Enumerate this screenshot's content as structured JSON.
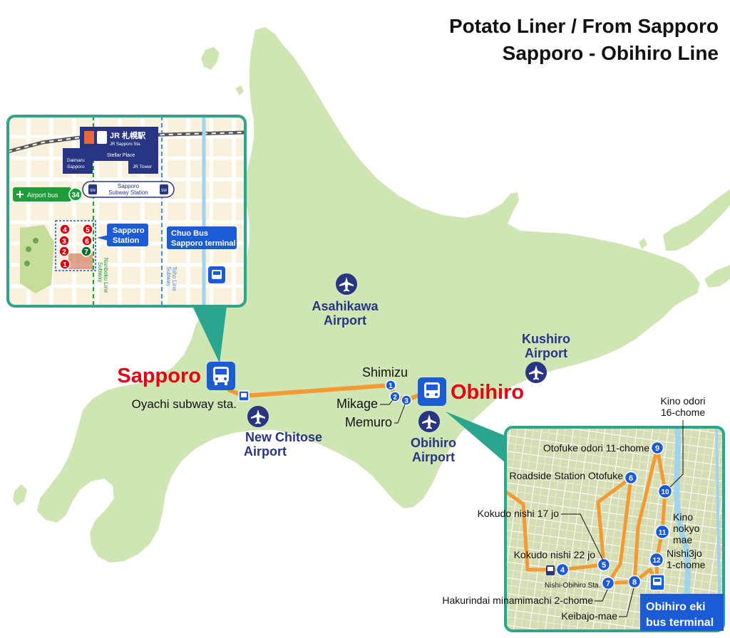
{
  "title": {
    "line1": "Potato Liner / From Sapporo",
    "line2": "Sapporo - Obihiro Line"
  },
  "colors": {
    "land": "#cfe6b4",
    "sea": "#ffffff",
    "route": "#f39a33",
    "stop_blue": "#1b5bd6",
    "navy_text": "#283583",
    "red_text": "#e50012",
    "inset_border": "#2aa58e",
    "sapporo_stop_red": "#d7000f",
    "subway_nanboku": "#1f9d3a",
    "subway_toho": "#4a8fd6"
  },
  "main_map": {
    "cities": {
      "sapporo": "Sapporo",
      "obihiro": "Obihiro"
    },
    "airports": [
      {
        "name_line1": "Asahikawa",
        "name_line2": "Airport",
        "icon": "airplane-icon"
      },
      {
        "name_line1": "Kushiro",
        "name_line2": "Airport",
        "icon": "airplane-icon"
      },
      {
        "name_line1": "New Chitose",
        "name_line2": "Airport",
        "icon": "airplane-icon"
      },
      {
        "name_line1": "Obihiro",
        "name_line2": "Airport",
        "icon": "airplane-icon"
      }
    ],
    "stops": {
      "oyachi": "Oyachi subway sta.",
      "shimizu": "Shimizu",
      "mikage": "Mikage",
      "memuro": "Memuro"
    },
    "stop_numbers": [
      "1",
      "2",
      "3"
    ]
  },
  "sapporo_inset": {
    "jr_station_jp": "JR 札幌駅",
    "jr_station_en": "JR Sapporo Sta.",
    "stellar_place": "Stellar Place",
    "daimaru_line1": "Daimaru",
    "daimaru_line2": "Sapporo",
    "jr_tower": "JR Tower",
    "airport_bus": "Airport bus",
    "airport_bus_number": "34",
    "subway_station_line1": "Sapporo",
    "subway_station_line2": "Subway Station",
    "sapporo_station_line1": "Sapporo",
    "sapporo_station_line2": "Station",
    "chuo_bus_line1": "Chuo Bus",
    "chuo_bus_line2": "Sapporo terminal",
    "nanboku_line1": "Subway",
    "nanboku_line2": "Nanboku Line",
    "toho_line1": "Subway",
    "toho_line2": "Toho Line",
    "subway_badge": "SW",
    "stops": [
      "1",
      "2",
      "3",
      "4",
      "5",
      "6",
      "7"
    ]
  },
  "obihiro_inset": {
    "stops": [
      {
        "number": "4",
        "label": ""
      },
      {
        "number": "5",
        "label": "Kokudo nishi 22 jo"
      },
      {
        "number": "6",
        "label": "Roadside Station Otofuke"
      },
      {
        "number": "7",
        "label": "Hakurindai minamimachi 2-chome"
      },
      {
        "number": "8",
        "label": "Keibajo-mae"
      },
      {
        "number": "9",
        "label": "Otofuke odori 11-chome"
      },
      {
        "number": "10",
        "label": ""
      },
      {
        "number": "11",
        "label": ""
      },
      {
        "number": "12",
        "label": ""
      }
    ],
    "kokudo17": "Kokudo nishi 17 jo",
    "nishi_obihiro": "Nishi-Obihiro Sta.",
    "kino_odori_line1": "Kino odori",
    "kino_odori_line2": "16-chome",
    "kino_nokyo_line1": "Kino",
    "kino_nokyo_line2": "nokyo",
    "kino_nokyo_line3": "mae",
    "nishi3jo_line1": "Nishi3jo",
    "nishi3jo_line2": "1-chome",
    "terminal_line1": "Obihiro eki",
    "terminal_line2": "bus terminal"
  }
}
